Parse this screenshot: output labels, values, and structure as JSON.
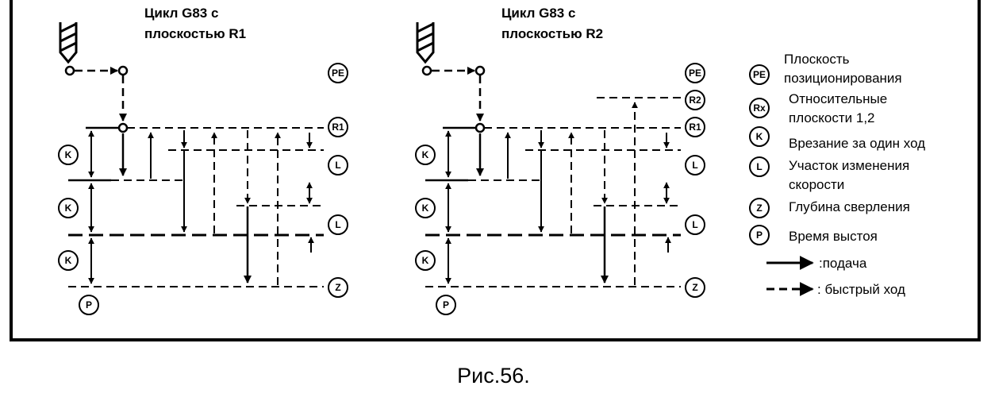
{
  "left_diagram": {
    "title_line1": "Цикл G83 с",
    "title_line2": "плоскостью R1",
    "labels": {
      "PE": "PE",
      "R1": "R1",
      "L1": "L",
      "L2": "L",
      "Z": "Z",
      "K1": "K",
      "K2": "K",
      "K3": "K",
      "P": "P"
    }
  },
  "right_diagram": {
    "title_line1": "Цикл G83 с",
    "title_line2": "плоскостью R2",
    "labels": {
      "PE": "PE",
      "R2": "R2",
      "R1": "R1",
      "L1": "L",
      "L2": "L",
      "Z": "Z",
      "K1": "K",
      "K2": "K",
      "K3": "K",
      "P": "P"
    }
  },
  "legend": {
    "items": [
      {
        "symbol": "PE",
        "lines": [
          "Плоскость",
          "позиционирования"
        ]
      },
      {
        "symbol": "Rx",
        "lines": [
          "Относительные",
          "плоскости 1,2"
        ]
      },
      {
        "symbol": "K",
        "lines": [
          "Врезание за один ход"
        ]
      },
      {
        "symbol": "L",
        "lines": [
          "Участок изменения",
          "скорости"
        ]
      },
      {
        "symbol": "Z",
        "lines": [
          "Глубина сверления"
        ]
      },
      {
        "symbol": "P",
        "lines": [
          "Время выстоя"
        ]
      }
    ],
    "feed_label": ":подача",
    "rapid_label": ": быстрый ход"
  },
  "caption": "Рис.56."
}
